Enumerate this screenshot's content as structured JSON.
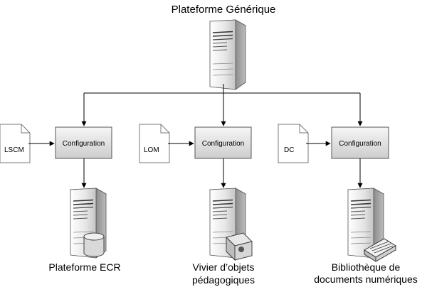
{
  "top_node": {
    "label": "Plateforme Générique"
  },
  "config_label": "Configuration",
  "branches": [
    {
      "input_doc": "LSCM",
      "output_lines": [
        "Plateforme ECR"
      ],
      "output_badge": "database-icon"
    },
    {
      "input_doc": "LOM",
      "output_lines": [
        "Vivier d’objets",
        "pédagogiques"
      ],
      "output_badge": "package-icon"
    },
    {
      "input_doc": "DC",
      "output_lines": [
        "Bibliothèque de",
        "documents numériques"
      ],
      "output_badge": "scanner-icon"
    }
  ],
  "colors": {
    "line": "#000000",
    "box_fill_top": "#f4f4f4",
    "box_fill_bottom": "#cfcfcf",
    "server_light": "#f3f3f3",
    "server_dark": "#9a9a9a",
    "doc_fill": "#ffffff",
    "doc_stroke": "#7a7a7a"
  }
}
